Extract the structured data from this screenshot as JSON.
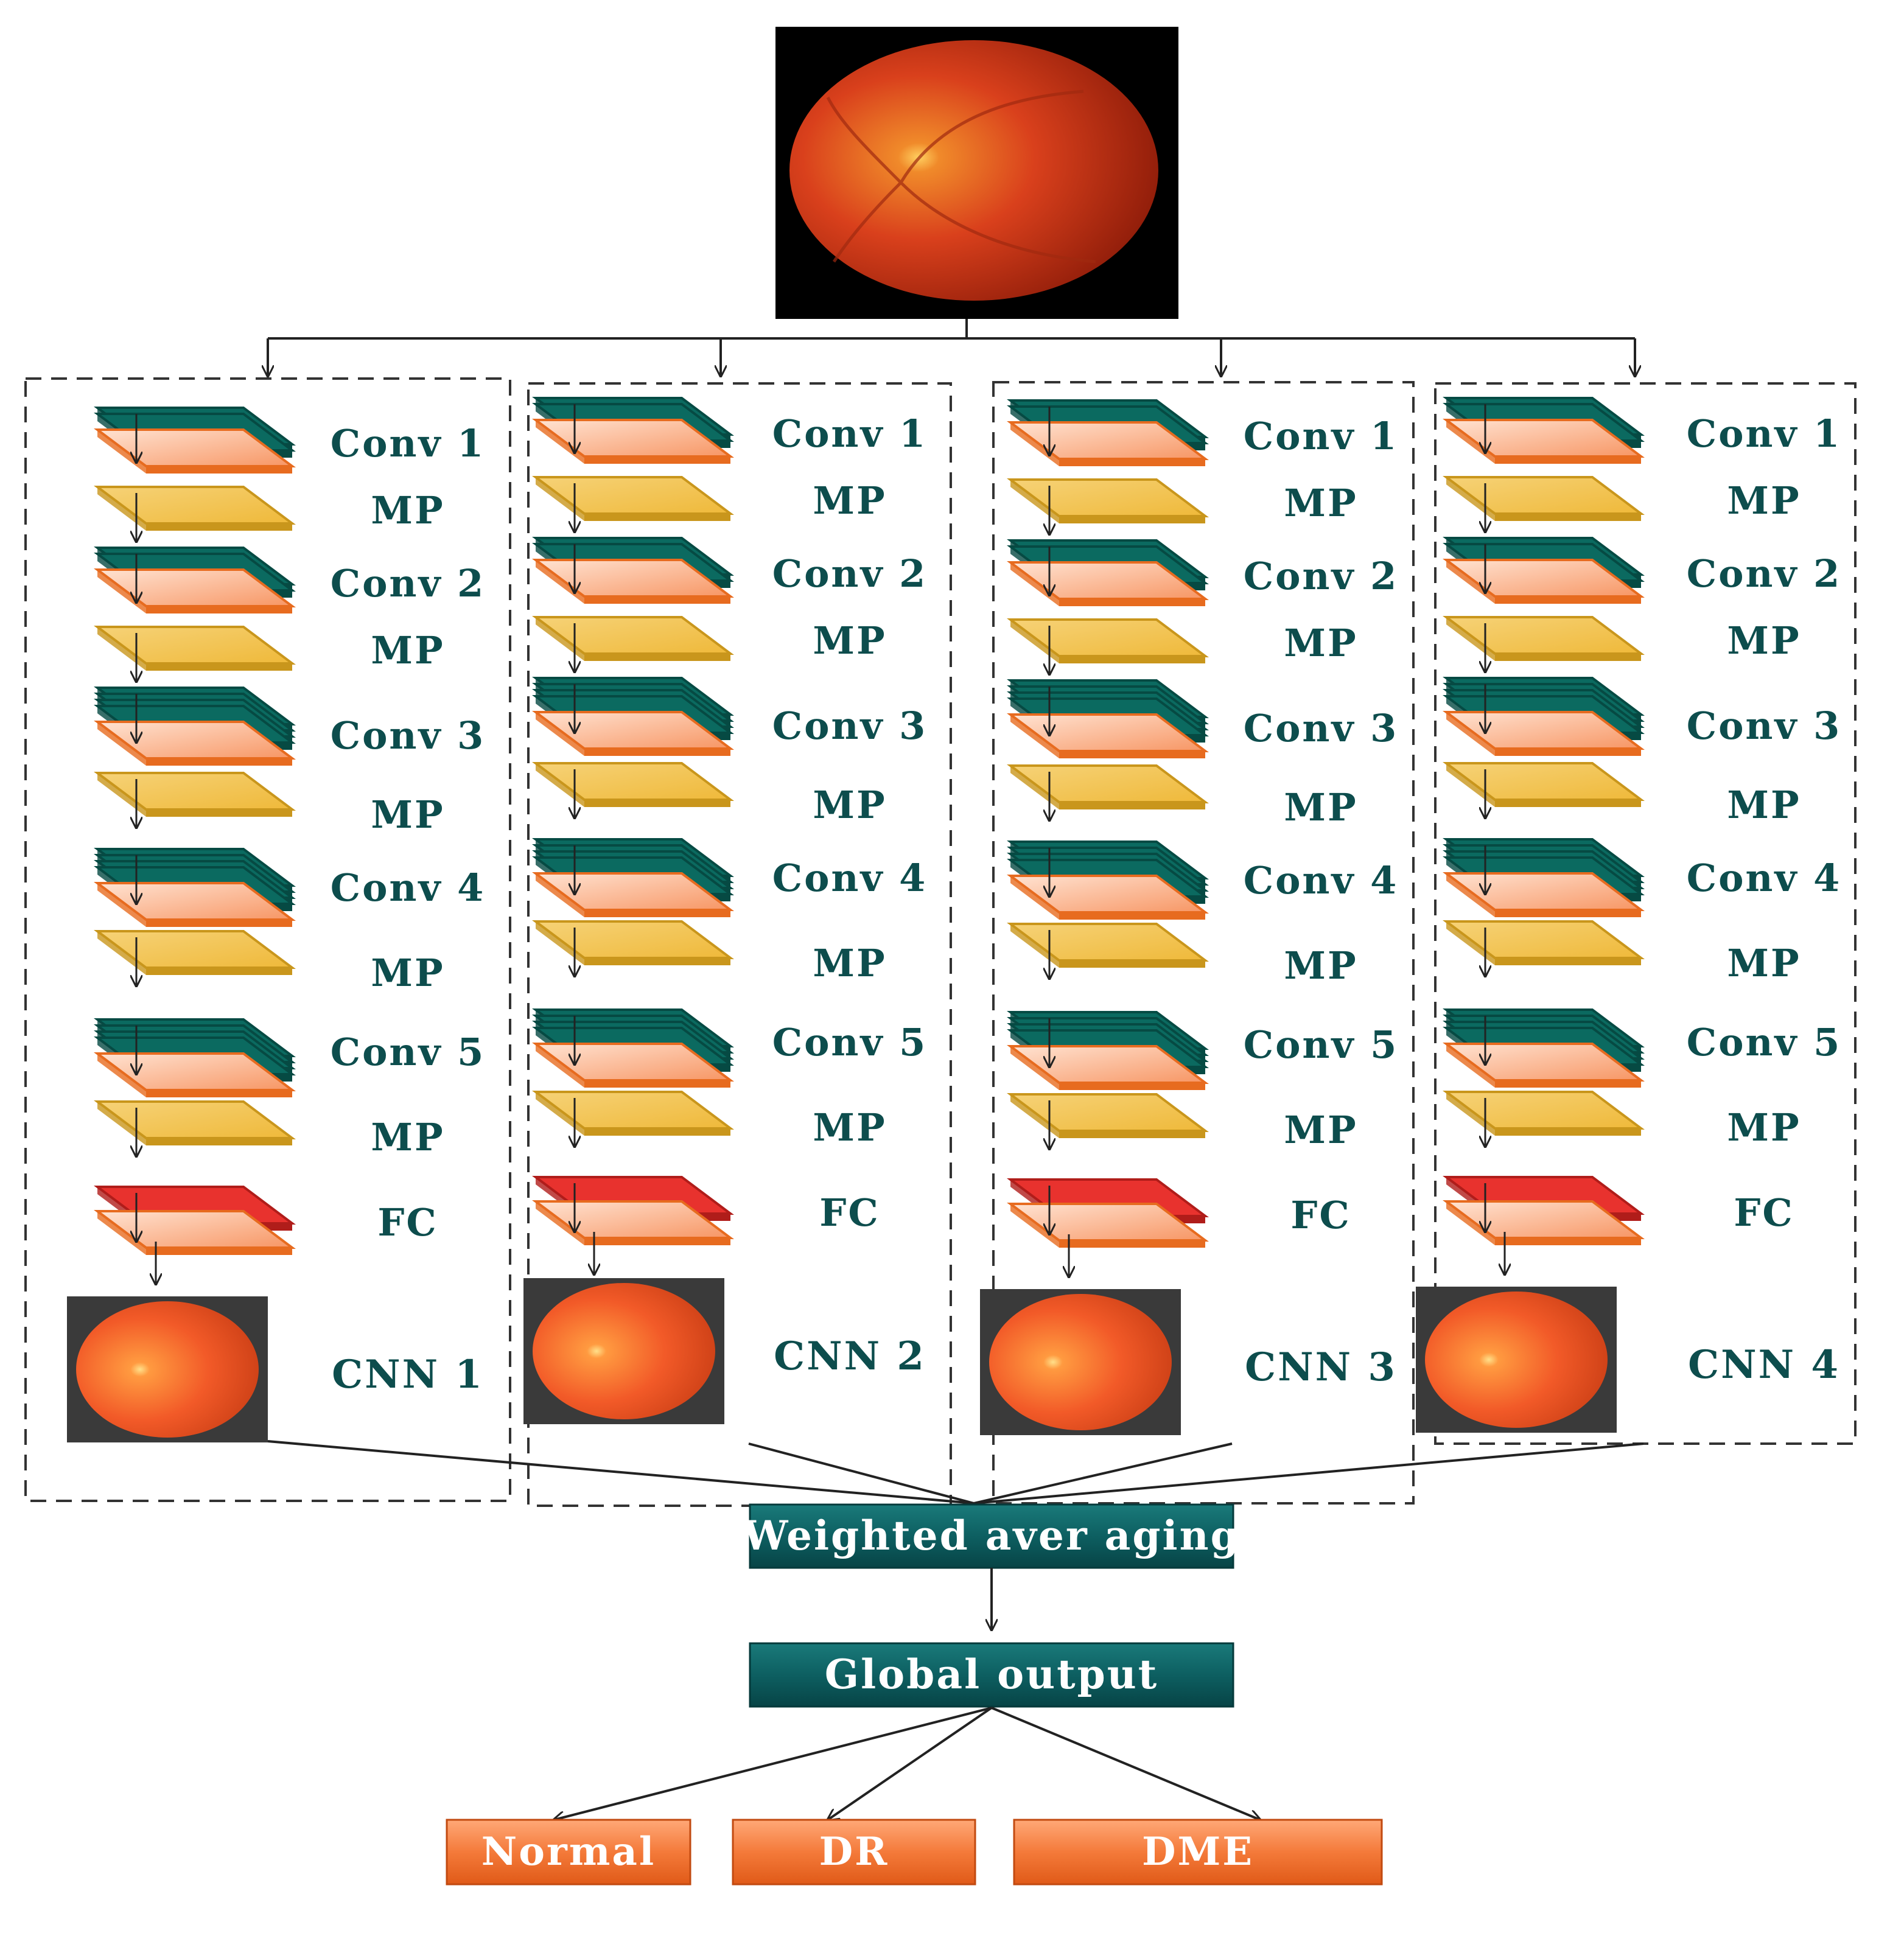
{
  "branches": [
    {
      "layers": [
        {
          "label": "Conv 1",
          "type": "conv"
        },
        {
          "label": "MP",
          "type": "mp"
        },
        {
          "label": "Conv 2",
          "type": "conv"
        },
        {
          "label": "MP",
          "type": "mp"
        },
        {
          "label": "Conv 3",
          "type": "conv"
        },
        {
          "label": "MP",
          "type": "mp"
        },
        {
          "label": "Conv 4",
          "type": "conv"
        },
        {
          "label": "MP",
          "type": "mp"
        },
        {
          "label": "Conv 5",
          "type": "conv"
        },
        {
          "label": "MP",
          "type": "mp"
        },
        {
          "label": "FC",
          "type": "fc"
        }
      ],
      "cnn_label": "CNN 1"
    },
    {
      "layers": [
        {
          "label": "Conv 1",
          "type": "conv"
        },
        {
          "label": "MP",
          "type": "mp"
        },
        {
          "label": "Conv 2",
          "type": "conv"
        },
        {
          "label": "MP",
          "type": "mp"
        },
        {
          "label": "Conv 3",
          "type": "conv"
        },
        {
          "label": "MP",
          "type": "mp"
        },
        {
          "label": "Conv 4",
          "type": "conv"
        },
        {
          "label": "MP",
          "type": "mp"
        },
        {
          "label": "Conv 5",
          "type": "conv"
        },
        {
          "label": "MP",
          "type": "mp"
        },
        {
          "label": "FC",
          "type": "fc"
        }
      ],
      "cnn_label": "CNN 2"
    },
    {
      "layers": [
        {
          "label": "Conv 1",
          "type": "conv"
        },
        {
          "label": "MP",
          "type": "mp"
        },
        {
          "label": "Conv 2",
          "type": "conv"
        },
        {
          "label": "MP",
          "type": "mp"
        },
        {
          "label": "Conv 3",
          "type": "conv"
        },
        {
          "label": "MP",
          "type": "mp"
        },
        {
          "label": "Conv 4",
          "type": "conv"
        },
        {
          "label": "MP",
          "type": "mp"
        },
        {
          "label": "Conv 5",
          "type": "conv"
        },
        {
          "label": "MP",
          "type": "mp"
        },
        {
          "label": "FC",
          "type": "fc"
        }
      ],
      "cnn_label": "CNN 3"
    },
    {
      "layers": [
        {
          "label": "Conv 1",
          "type": "conv"
        },
        {
          "label": "MP",
          "type": "mp"
        },
        {
          "label": "Conv 2",
          "type": "conv"
        },
        {
          "label": "MP",
          "type": "mp"
        },
        {
          "label": "Conv 3",
          "type": "conv"
        },
        {
          "label": "MP",
          "type": "mp"
        },
        {
          "label": "Conv 4",
          "type": "conv"
        },
        {
          "label": "MP",
          "type": "mp"
        },
        {
          "label": "Conv 5",
          "type": "conv"
        },
        {
          "label": "MP",
          "type": "mp"
        },
        {
          "label": "FC",
          "type": "fc"
        }
      ],
      "cnn_label": "CNN 4"
    }
  ],
  "aggregation": {
    "label": "Weighted aver aging"
  },
  "global_output": {
    "label": "Global output"
  },
  "classes": [
    {
      "label": "Normal"
    },
    {
      "label": "DR"
    },
    {
      "label": "DME"
    }
  ],
  "colors": {
    "conv_stack": "#0b6a60",
    "conv_sheet": "#f8a57a",
    "conv_edge": "#e76b1f",
    "mp_sheet": "#f2c14e",
    "mp_edge": "#c9961c",
    "fc_stack": "#e8322e",
    "box_fill": "#0d5f61",
    "class_fill": "#f06a24",
    "retina": "#d9401c",
    "label_text": "#0d4d4d"
  },
  "icons": {
    "input_image": "retina-fundus-image",
    "branch_output": "retina-fundus-image"
  }
}
